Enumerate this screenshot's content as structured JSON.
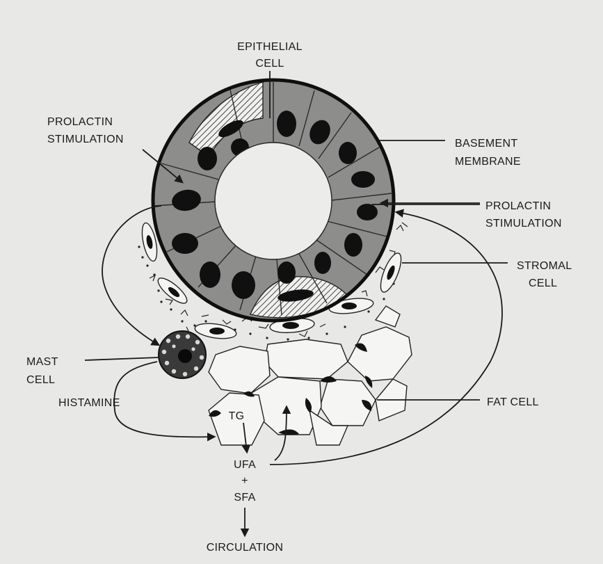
{
  "labels": {
    "epithelial_cell": [
      "EPITHELIAL",
      "CELL"
    ],
    "prolactin_left": [
      "PROLACTIN",
      "STIMULATION"
    ],
    "basement_membrane": [
      "BASEMENT",
      "MEMBRANE"
    ],
    "prolactin_right": [
      "PROLACTIN",
      "STIMULATION"
    ],
    "stromal_cell": [
      "STROMAL",
      "CELL"
    ],
    "mast_cell": [
      "MAST",
      "CELL"
    ],
    "histamine": "HISTAMINE",
    "fat_cell": "FAT CELL",
    "tg": "TG",
    "ufa": "UFA",
    "plus": "+",
    "sfa": "SFA",
    "circulation": "CIRCULATION"
  },
  "colors": {
    "background": "#e8e8e6",
    "epithelium": "#8d8d8b",
    "ink": "#1a1a1a",
    "fat_cell_fill": "#f5f5f3"
  }
}
